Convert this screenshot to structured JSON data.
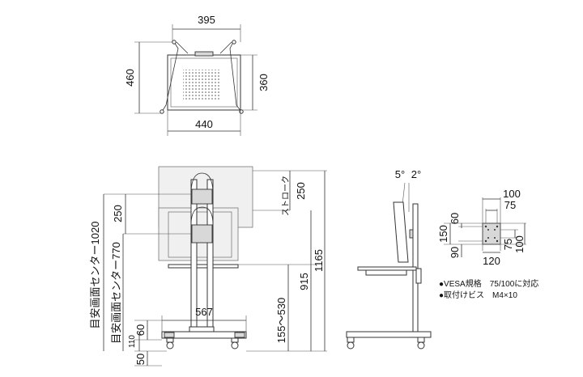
{
  "top_view": {
    "width_top": "395",
    "depth_left": "460",
    "depth_right": "360",
    "width_bottom": "440"
  },
  "front_view": {
    "stroke_label": "ストローク",
    "stroke_value": "250",
    "height_total": "1165",
    "height_915": "915",
    "shift_250": "250",
    "center_1020": "目安画面センター1020",
    "center_770": "目安画面センター770",
    "shelf_range": "155～530",
    "width_567": "567",
    "base_60": "60",
    "base_110": "110",
    "base_50": "50"
  },
  "side_view": {
    "tilt_5": "5°",
    "tilt_2": "2°"
  },
  "vesa": {
    "d100_top": "100",
    "d75_top": "75",
    "d60": "60",
    "d150": "150",
    "d90": "90",
    "d75_right": "75",
    "d100_right": "100",
    "d120": "120"
  },
  "notes": [
    "●VESA規格　75/100に対応",
    "●取付けビス　M4×10"
  ]
}
